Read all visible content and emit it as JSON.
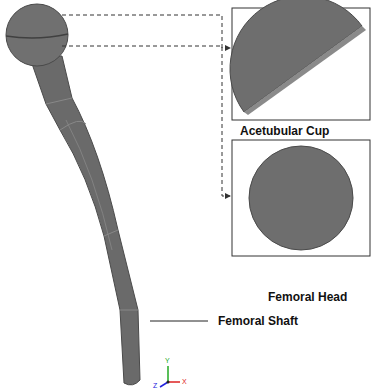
{
  "diagram": {
    "labels": [
      "Acetubular Cup",
      "Femoral Head",
      "Femoral Shaft",
      "Y",
      "Z",
      "X"
    ]
  }
}
